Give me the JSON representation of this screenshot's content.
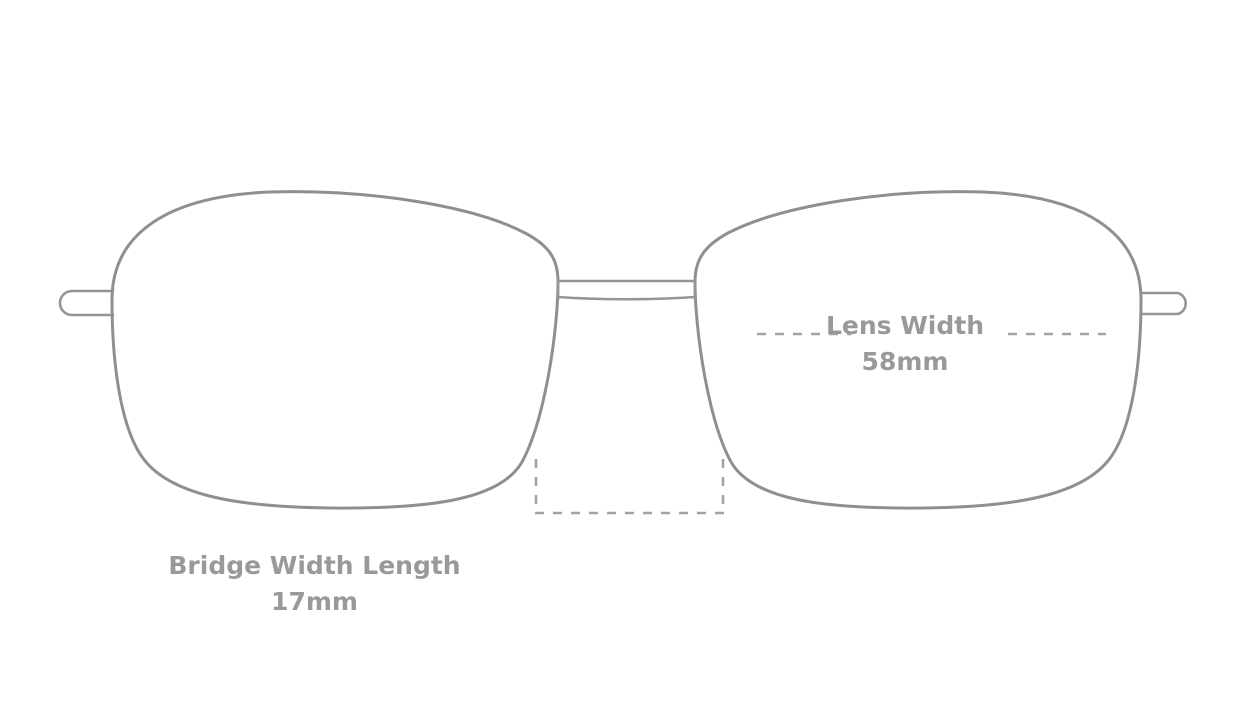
{
  "diagram": {
    "type": "eyeglasses-frame-measurement-diagram",
    "colors": {
      "frame_outline": "#8f8f8f",
      "dimension_line": "#a3a3a3",
      "label_text": "#999999",
      "background": "#ffffff"
    },
    "measurements": [
      {
        "id": "lens-width",
        "title": "Lens Width",
        "value": "58mm",
        "number": 58,
        "unit": "mm",
        "guide": "dashed-horizontal-line"
      },
      {
        "id": "bridge-width",
        "title": "Bridge Width Length",
        "value": "17mm",
        "number": 17,
        "unit": "mm",
        "guide": "dashed-box"
      }
    ],
    "parts": {
      "left_lens": "left-lens-rim",
      "right_lens": "right-lens-rim",
      "bridge": "nose-bridge",
      "left_hinge": "left-temple-hinge",
      "right_hinge": "right-temple-hinge"
    }
  }
}
